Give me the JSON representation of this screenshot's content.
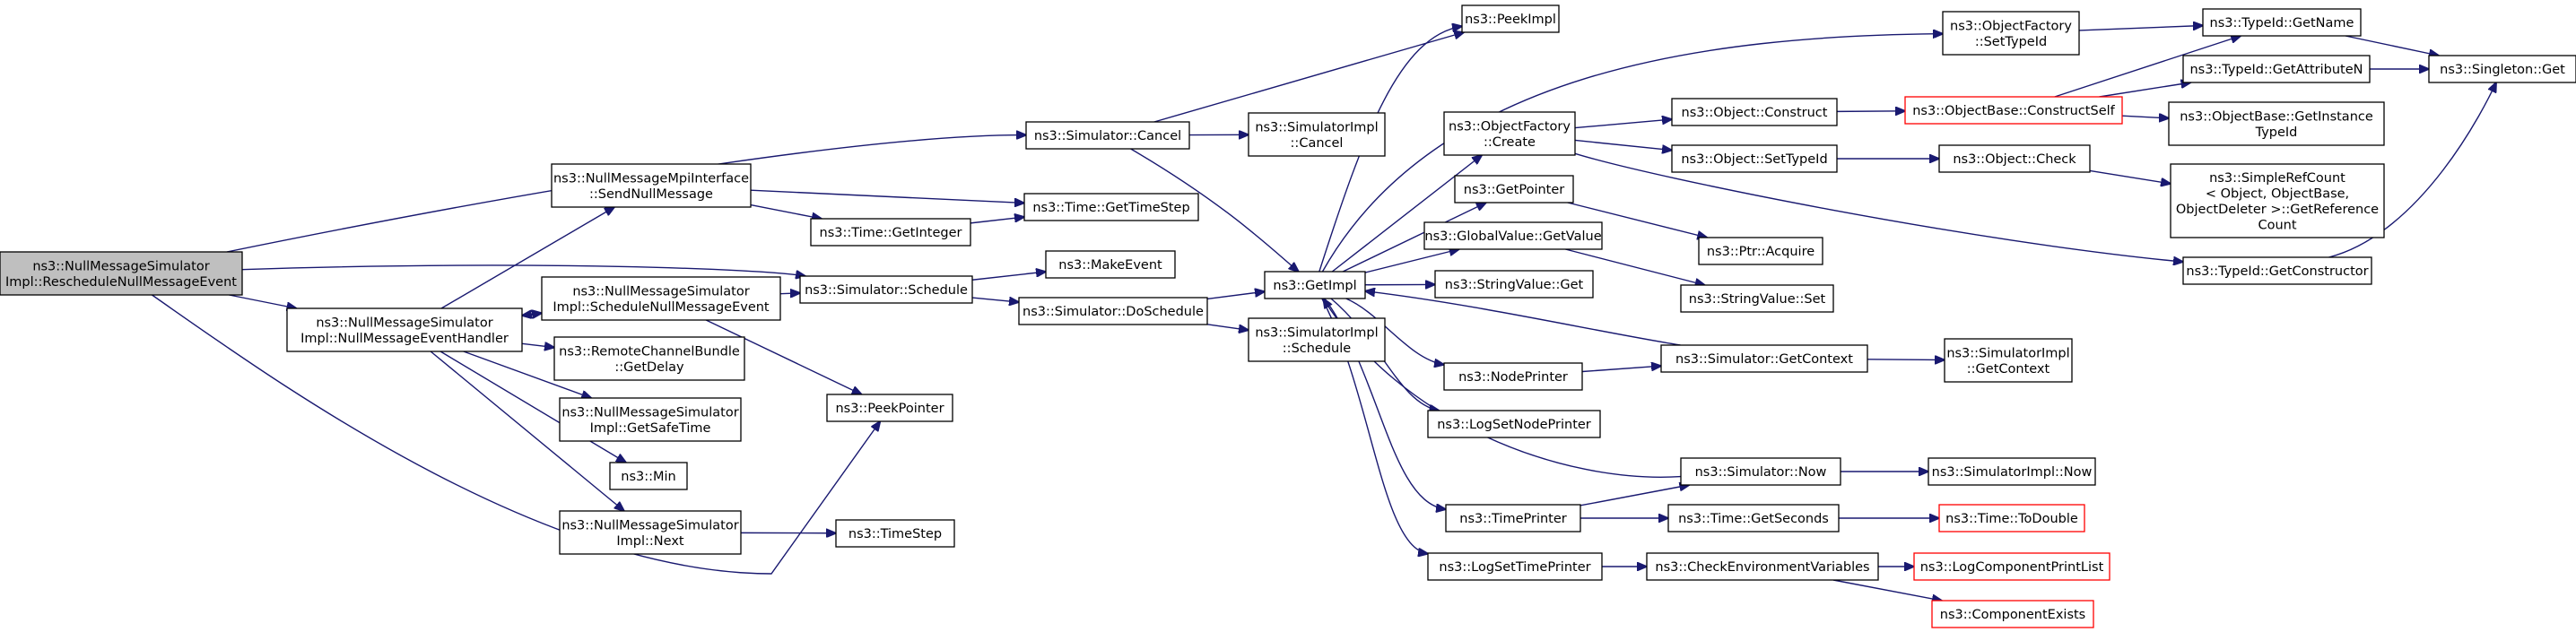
{
  "colors": {
    "edge": "#191970",
    "node_border": "#000000",
    "truncated_node_border": "#ff0000",
    "root_fill": "#bfbfbf",
    "background": "#ffffff"
  },
  "nodes": [
    {
      "id": "root",
      "lines": [
        "ns3::NullMessageSimulator",
        "Impl::RescheduleNullMessageEvent"
      ],
      "root": true
    },
    {
      "id": "handler",
      "lines": [
        "ns3::NullMessageSimulator",
        "Impl::NullMessageEventHandler"
      ]
    },
    {
      "id": "sendnull",
      "lines": [
        "ns3::NullMessageMpiInterface",
        "::SendNullMessage"
      ]
    },
    {
      "id": "schednull",
      "lines": [
        "ns3::NullMessageSimulator",
        "Impl::ScheduleNullMessageEvent"
      ]
    },
    {
      "id": "remote",
      "lines": [
        "ns3::RemoteChannelBundle",
        "::GetDelay"
      ]
    },
    {
      "id": "safetime",
      "lines": [
        "ns3::NullMessageSimulator",
        "Impl::GetSafeTime"
      ]
    },
    {
      "id": "min",
      "lines": [
        "ns3::Min"
      ]
    },
    {
      "id": "next",
      "lines": [
        "ns3::NullMessageSimulator",
        "Impl::Next"
      ]
    },
    {
      "id": "timestep",
      "lines": [
        "ns3::TimeStep"
      ]
    },
    {
      "id": "peekptr",
      "lines": [
        "ns3::PeekPointer"
      ]
    },
    {
      "id": "cancel",
      "lines": [
        "ns3::Simulator::Cancel"
      ]
    },
    {
      "id": "getinteger",
      "lines": [
        "ns3::Time::GetInteger"
      ]
    },
    {
      "id": "gettimestep",
      "lines": [
        "ns3::Time::GetTimeStep"
      ]
    },
    {
      "id": "schedule",
      "lines": [
        "ns3::Simulator::Schedule"
      ]
    },
    {
      "id": "makeevent",
      "lines": [
        "ns3::MakeEvent"
      ]
    },
    {
      "id": "doschedule",
      "lines": [
        "ns3::Simulator::DoSchedule"
      ]
    },
    {
      "id": "implcancel",
      "lines": [
        "ns3::SimulatorImpl",
        "::Cancel"
      ]
    },
    {
      "id": "getimpl",
      "lines": [
        "ns3::GetImpl"
      ]
    },
    {
      "id": "implschedule",
      "lines": [
        "ns3::SimulatorImpl",
        "::Schedule"
      ]
    },
    {
      "id": "peekimpl",
      "lines": [
        "ns3::PeekImpl"
      ]
    },
    {
      "id": "ofcreate",
      "lines": [
        "ns3::ObjectFactory",
        "::Create"
      ]
    },
    {
      "id": "getpointer",
      "lines": [
        "ns3::GetPointer"
      ]
    },
    {
      "id": "gvgetvalue",
      "lines": [
        "ns3::GlobalValue::GetValue"
      ]
    },
    {
      "id": "svget",
      "lines": [
        "ns3::StringValue::Get"
      ]
    },
    {
      "id": "nodeprinter",
      "lines": [
        "ns3::NodePrinter"
      ]
    },
    {
      "id": "logsetnode",
      "lines": [
        "ns3::LogSetNodePrinter"
      ]
    },
    {
      "id": "timeprinter",
      "lines": [
        "ns3::TimePrinter"
      ]
    },
    {
      "id": "logsettime",
      "lines": [
        "ns3::LogSetTimePrinter"
      ]
    },
    {
      "id": "ofsettypeid",
      "lines": [
        "ns3::ObjectFactory",
        "::SetTypeId"
      ]
    },
    {
      "id": "objconstruct",
      "lines": [
        "ns3::Object::Construct"
      ]
    },
    {
      "id": "objsettypeid",
      "lines": [
        "ns3::Object::SetTypeId"
      ]
    },
    {
      "id": "ptracquire",
      "lines": [
        "ns3::Ptr::Acquire"
      ]
    },
    {
      "id": "svset",
      "lines": [
        "ns3::StringValue::Set"
      ]
    },
    {
      "id": "getcontext",
      "lines": [
        "ns3::Simulator::GetContext"
      ]
    },
    {
      "id": "simnow",
      "lines": [
        "ns3::Simulator::Now"
      ]
    },
    {
      "id": "getseconds",
      "lines": [
        "ns3::Time::GetSeconds"
      ]
    },
    {
      "id": "checkenv",
      "lines": [
        "ns3::CheckEnvironmentVariables"
      ]
    },
    {
      "id": "constructself",
      "lines": [
        "ns3::ObjectBase::ConstructSelf"
      ],
      "red": true
    },
    {
      "id": "objcheck",
      "lines": [
        "ns3::Object::Check"
      ]
    },
    {
      "id": "implcontext",
      "lines": [
        "ns3::SimulatorImpl",
        "::GetContext"
      ]
    },
    {
      "id": "implnow",
      "lines": [
        "ns3::SimulatorImpl::Now"
      ]
    },
    {
      "id": "todouble",
      "lines": [
        "ns3::Time::ToDouble"
      ],
      "red": true
    },
    {
      "id": "logcomp",
      "lines": [
        "ns3::LogComponentPrintList"
      ],
      "red": true
    },
    {
      "id": "compexists",
      "lines": [
        "ns3::ComponentExists"
      ],
      "red": true
    },
    {
      "id": "tidgetname",
      "lines": [
        "ns3::TypeId::GetName"
      ]
    },
    {
      "id": "tidgetattr",
      "lines": [
        "ns3::TypeId::GetAttributeN"
      ]
    },
    {
      "id": "obgetinst",
      "lines": [
        "ns3::ObjectBase::GetInstance",
        "TypeId"
      ]
    },
    {
      "id": "simpleref",
      "lines": [
        "ns3::SimpleRefCount",
        "< Object, ObjectBase,",
        " ObjectDeleter >::GetReference",
        "Count"
      ]
    },
    {
      "id": "tidgetctor",
      "lines": [
        "ns3::TypeId::GetConstructor"
      ]
    },
    {
      "id": "singleton",
      "lines": [
        "ns3::Singleton::Get"
      ]
    }
  ]
}
